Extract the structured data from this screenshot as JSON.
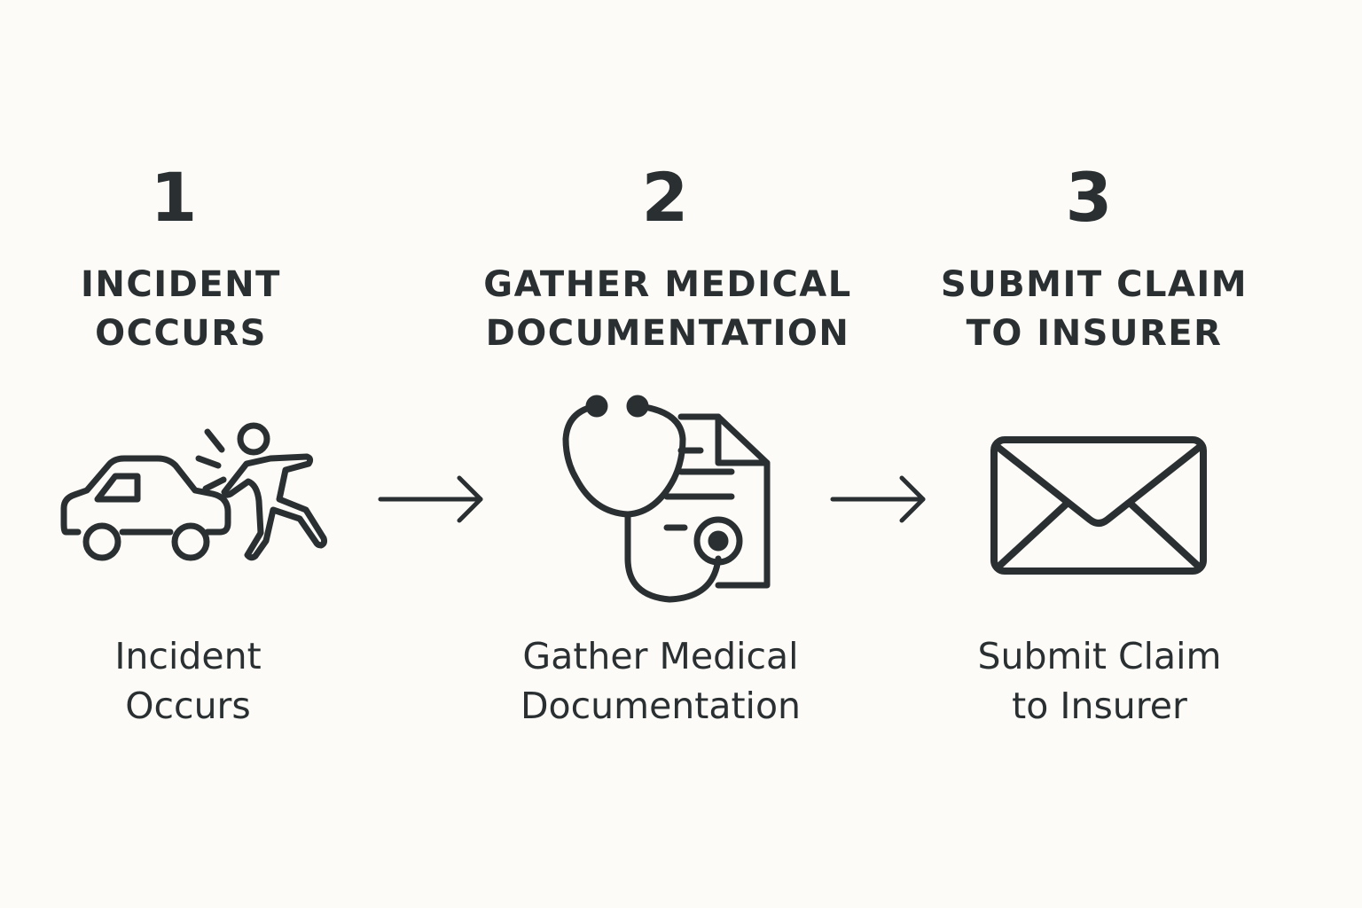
{
  "steps": [
    {
      "number": "1",
      "heading": [
        "INCIDENT",
        "OCCURS"
      ],
      "caption": [
        "Incident",
        "Occurs"
      ],
      "icon": "car-collision-pedestrian-icon"
    },
    {
      "number": "2",
      "heading": [
        "GATHER MEDICAL",
        "DOCUMENTATION"
      ],
      "caption": [
        "Gather Medical",
        "Documentation"
      ],
      "icon": "stethoscope-document-icon"
    },
    {
      "number": "3",
      "heading": [
        "SUBMIT CLAIM",
        "TO INSURER"
      ],
      "caption": [
        "Submit Claim",
        "to Insurer"
      ],
      "icon": "envelope-icon"
    }
  ],
  "connectors": [
    "right-arrow-icon",
    "right-arrow-icon"
  ],
  "colors": {
    "background": "#fcfbf7",
    "ink": "#2a2f31"
  }
}
